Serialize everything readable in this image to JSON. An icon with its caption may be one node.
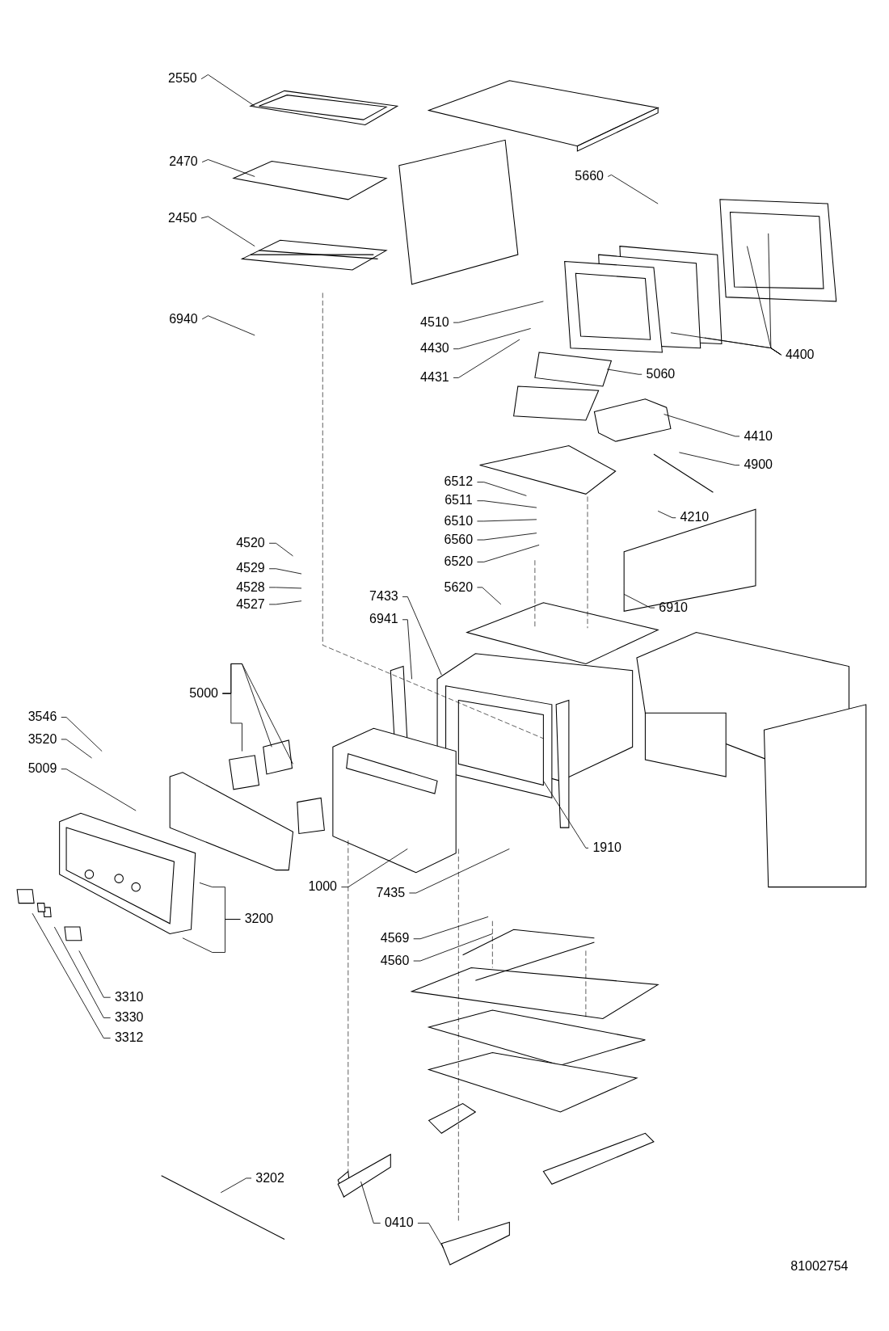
{
  "diagram": {
    "nodes": [
      {
        "text": [
          "2550"
        ]
      },
      {
        "text": [
          "2470"
        ]
      },
      {
        "text": [
          "2450"
        ]
      },
      {
        "text": [
          "5660"
        ]
      },
      {
        "text": [
          "4510"
        ]
      },
      {
        "text": [
          "6940"
        ]
      },
      {
        "text": [
          "4400"
        ]
      },
      {
        "text": [
          "4430"
        ]
      },
      {
        "text": [
          "4431"
        ]
      },
      {
        "text": [
          "5060"
        ]
      },
      {
        "text": [
          "4410"
        ]
      },
      {
        "text": [
          "4900"
        ]
      },
      {
        "text": [
          "6512"
        ]
      },
      {
        "text": [
          "6511"
        ]
      },
      {
        "text": [
          "6510"
        ]
      },
      {
        "text": [
          "4210"
        ]
      },
      {
        "text": [
          "6560"
        ]
      },
      {
        "text": [
          "4520"
        ]
      },
      {
        "text": [
          "6520"
        ]
      },
      {
        "text": [
          "4529"
        ]
      },
      {
        "text": [
          "4528"
        ]
      },
      {
        "text": [
          "5620"
        ]
      },
      {
        "text": [
          "7433"
        ]
      },
      {
        "text": [
          "4527"
        ]
      },
      {
        "text": [
          "6910"
        ]
      },
      {
        "text": [
          "6941"
        ]
      },
      {
        "text": [
          "5000"
        ]
      },
      {
        "text": [
          "3546"
        ]
      },
      {
        "text": [
          "3520"
        ]
      },
      {
        "text": [
          "5009"
        ]
      },
      {
        "text": [
          "1910"
        ]
      },
      {
        "text": [
          "1000"
        ]
      },
      {
        "text": [
          "7435"
        ]
      },
      {
        "text": [
          "3200"
        ]
      },
      {
        "text": [
          "4569"
        ]
      },
      {
        "text": [
          "4560"
        ]
      },
      {
        "text": [
          "3310"
        ]
      },
      {
        "text": [
          "3330"
        ]
      },
      {
        "text": [
          "3312"
        ]
      },
      {
        "text": [
          "3202"
        ]
      },
      {
        "text": [
          "0410"
        ]
      }
    ],
    "edges": [
      {
        "from": 0,
        "to": null,
        "arrow": "none"
      },
      {
        "from": 1,
        "to": null,
        "arrow": "none"
      },
      {
        "from": 2,
        "to": null,
        "arrow": "none"
      },
      {
        "from": 3,
        "to": null,
        "arrow": "none"
      },
      {
        "from": 4,
        "to": null,
        "arrow": "none"
      },
      {
        "from": 5,
        "to": null,
        "arrow": "none"
      },
      {
        "from": 6,
        "to": null,
        "arrow": "none"
      },
      {
        "from": 6,
        "to": null,
        "arrow": "none"
      },
      {
        "from": 6,
        "to": null,
        "arrow": "none"
      },
      {
        "from": 6,
        "to": null,
        "arrow": "none"
      },
      {
        "from": 7,
        "to": null,
        "arrow": "none"
      },
      {
        "from": 8,
        "to": null,
        "arrow": "none"
      },
      {
        "from": 9,
        "to": null,
        "arrow": "none"
      },
      {
        "from": 10,
        "to": null,
        "arrow": "none"
      },
      {
        "from": 11,
        "to": null,
        "arrow": "none"
      },
      {
        "from": 12,
        "to": null,
        "arrow": "none"
      },
      {
        "from": 13,
        "to": null,
        "arrow": "none"
      },
      {
        "from": 14,
        "to": null,
        "arrow": "none"
      },
      {
        "from": 15,
        "to": null,
        "arrow": "none"
      },
      {
        "from": 16,
        "to": null,
        "arrow": "none"
      },
      {
        "from": 17,
        "to": null,
        "arrow": "none"
      },
      {
        "from": 18,
        "to": null,
        "arrow": "none"
      },
      {
        "from": 19,
        "to": null,
        "arrow": "none"
      },
      {
        "from": 20,
        "to": null,
        "arrow": "none"
      },
      {
        "from": 21,
        "to": null,
        "arrow": "none"
      },
      {
        "from": 22,
        "to": null,
        "arrow": "none"
      },
      {
        "from": 23,
        "to": null,
        "arrow": "none"
      },
      {
        "from": 24,
        "to": null,
        "arrow": "none"
      },
      {
        "from": 25,
        "to": null,
        "arrow": "none"
      },
      {
        "from": 26,
        "to": null,
        "arrow": "none"
      },
      {
        "from": 26,
        "to": null,
        "arrow": "none"
      },
      {
        "from": 26,
        "to": null,
        "arrow": "none"
      },
      {
        "from": 27,
        "to": null,
        "arrow": "none"
      },
      {
        "from": 28,
        "to": null,
        "arrow": "none"
      },
      {
        "from": 29,
        "to": null,
        "arrow": "none"
      },
      {
        "from": 30,
        "to": null,
        "arrow": "none"
      },
      {
        "from": 31,
        "to": null,
        "arrow": "none"
      },
      {
        "from": 32,
        "to": null,
        "arrow": "none"
      },
      {
        "from": 33,
        "to": null,
        "arrow": "none"
      },
      {
        "from": 33,
        "to": null,
        "arrow": "none"
      },
      {
        "from": 34,
        "to": null,
        "arrow": "none"
      },
      {
        "from": 35,
        "to": null,
        "arrow": "none"
      },
      {
        "from": 36,
        "to": null,
        "arrow": "none"
      },
      {
        "from": 37,
        "to": null,
        "arrow": "none"
      },
      {
        "from": 38,
        "to": null,
        "arrow": "none"
      },
      {
        "from": 39,
        "to": null,
        "arrow": "none"
      },
      {
        "from": 40,
        "to": null,
        "arrow": "none"
      },
      {
        "from": 40,
        "to": null,
        "arrow": "none"
      }
    ],
    "labels": [
      "81002754"
    ]
  }
}
